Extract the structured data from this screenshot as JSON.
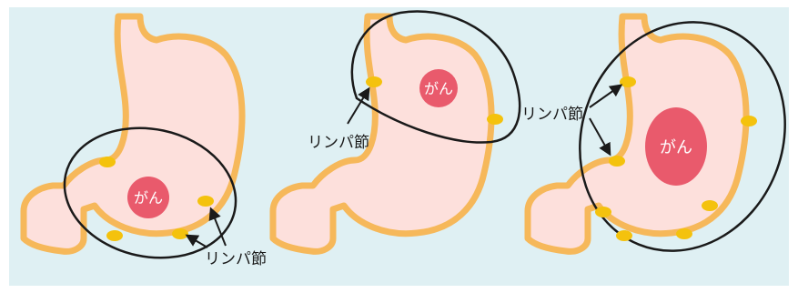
{
  "colors": {
    "background": "#dff0f3",
    "stomach_fill": "#fde0dc",
    "stomach_outline": "#f6b85a",
    "tumor": "#e95a6c",
    "lymph_node": "#f4c20d",
    "boundary_line": "#1a1a1a",
    "arrow": "#1a1a1a"
  },
  "panels": [
    {
      "tumor_label": "がん",
      "lymph_node_label": "リンパ節"
    },
    {
      "tumor_label": "がん",
      "lymph_node_label": "リンパ節"
    },
    {
      "tumor_label": "がん",
      "lymph_node_label": "リンパ節"
    }
  ]
}
